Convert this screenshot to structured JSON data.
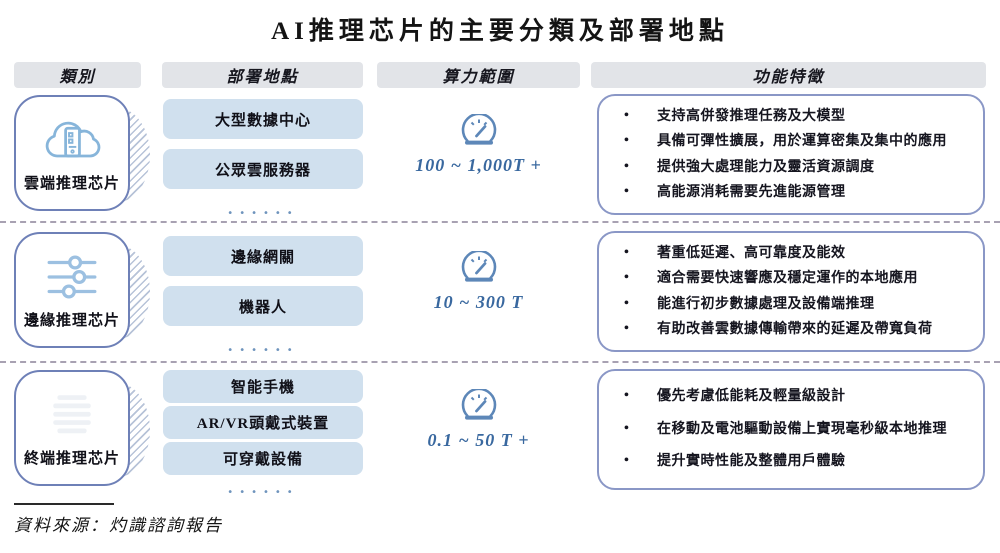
{
  "title": "AI推理芯片的主要分類及部署地點",
  "headers": {
    "category": "類別",
    "deployment": "部署地點",
    "power": "算力範圍",
    "features": "功能特徵"
  },
  "rows": [
    {
      "category": "雲端推理芯片",
      "icon": "cloud-server-icon",
      "deployments": [
        "大型數據中心",
        "公眾雲服務器"
      ],
      "more_dots": "••••••",
      "power_range": "100 ~ 1,000T +",
      "features": [
        "支持高併發推理任務及大模型",
        "具備可彈性擴展，用於運算密集及集中的應用",
        "提供強大處理能力及靈活資源調度",
        "高能源消耗需要先進能源管理"
      ]
    },
    {
      "category": "邊緣推理芯片",
      "icon": "sliders-icon",
      "deployments": [
        "邊緣網關",
        "機器人"
      ],
      "more_dots": "••••••",
      "power_range": "10 ~ 300 T",
      "features": [
        "著重低延遲、高可靠度及能效",
        "適合需要快速響應及穩定運作的本地應用",
        "能進行初步數據處理及設備端推理",
        "有助改善雲數據傳輸帶來的延遲及帶寬負荷"
      ]
    },
    {
      "category": "終端推理芯片",
      "icon": "list-icon",
      "deployments": [
        "智能手機",
        "AR/VR頭戴式裝置",
        "可穿戴設備"
      ],
      "more_dots": "••••••",
      "power_range": "0.1 ~ 50 T +",
      "features": [
        "優先考慮低能耗及輕量級設計",
        "在移動及電池驅動設備上實現毫秒級本地推理",
        "提升實時性能及整體用戶體驗"
      ]
    }
  ],
  "source": "資料來源：灼識諮詢報告",
  "colors": {
    "accent_blue": "#39689f",
    "gauge_blue": "#5d87b8",
    "box_blue": "#d0e0ee",
    "card_border": "#6e80b7",
    "panel_border": "#8a97c6",
    "header_bg": "#e2e4e8"
  }
}
